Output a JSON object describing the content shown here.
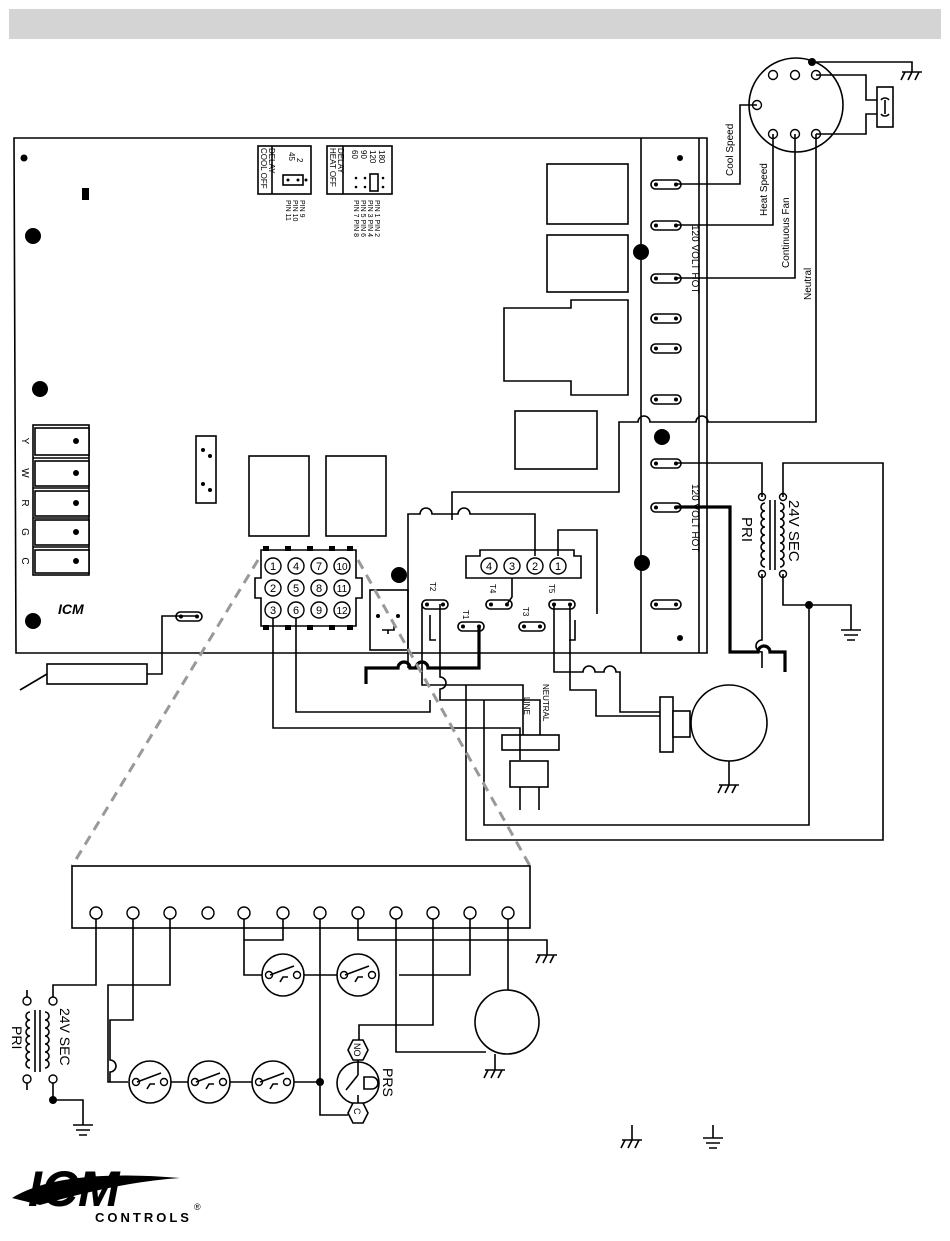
{
  "colors": {
    "header_bar": "#d4d4d4",
    "ink": "#000000",
    "zoom_dash": "#999999",
    "page": "#ffffff"
  },
  "board": {
    "thermostat_terminals": [
      "Y",
      "W",
      "R",
      "G",
      "C"
    ],
    "cool_off_delay": {
      "title_1": "COOL OFF",
      "title_2": "DELAY",
      "opt_1": "45",
      "opt_2": "2",
      "pins": [
        "PIN 11",
        "PIN 10",
        "PIN 9"
      ]
    },
    "heat_off_delay": {
      "title_1": "HEAT OFF",
      "title_2": "DELAY",
      "opt_1": "60",
      "opt_2": "90",
      "opt_3": "120",
      "opt_4": "180",
      "pins": [
        "PIN 7 PIN 8",
        "PIN 5 PIN 6",
        "PIN 3 PIN 4",
        "PIN 1 PIN 2"
      ]
    },
    "connector_12": [
      "1",
      "4",
      "7",
      "10",
      "2",
      "5",
      "8",
      "11",
      "3",
      "6",
      "9",
      "12"
    ],
    "connector_4": [
      "4",
      "3",
      "2",
      "1"
    ],
    "terminals": [
      "T1",
      "T2",
      "T3",
      "T4",
      "T5"
    ],
    "volt_hot_top": "120 VOLT HOT",
    "volt_hot_bottom": "120 VOLT HOT"
  },
  "motor_wires": [
    "Cool Speed",
    "Heat Speed",
    "Continuous Fan",
    "Neutral"
  ],
  "transformer": {
    "pri": "PRI",
    "sec": "24V SEC"
  },
  "plug": {
    "line": "LINE",
    "neutral": "NEUTRAL"
  },
  "ladder": {
    "pri": "PRI",
    "sec": "24V SEC",
    "prs": "PRS",
    "no": "NO",
    "c": "C"
  },
  "logo": {
    "brand": "ICM",
    "sub": "CONTROLS",
    "reg": "®"
  }
}
